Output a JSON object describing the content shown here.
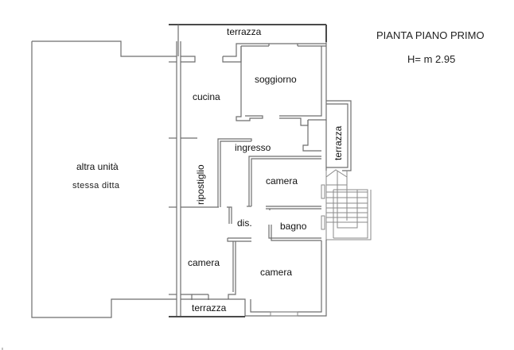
{
  "plan": {
    "title": "PIANTA PIANO PRIMO",
    "height_note": "H= m 2.95"
  },
  "rooms": {
    "terrazza_top": "terrazza",
    "soggiorno": "soggiorno",
    "cucina": "cucina",
    "ingresso": "ingresso",
    "ripostiglio": "ripostiglio",
    "terrazza_right": "terrazza",
    "camera_center": "camera",
    "dis": "dis.",
    "bagno": "bagno",
    "camera_left": "camera",
    "camera_right": "camera",
    "terrazza_bottom": "terrazza"
  },
  "neighbor": {
    "line1": "altra unità",
    "line2": "stessa ditta"
  }
}
